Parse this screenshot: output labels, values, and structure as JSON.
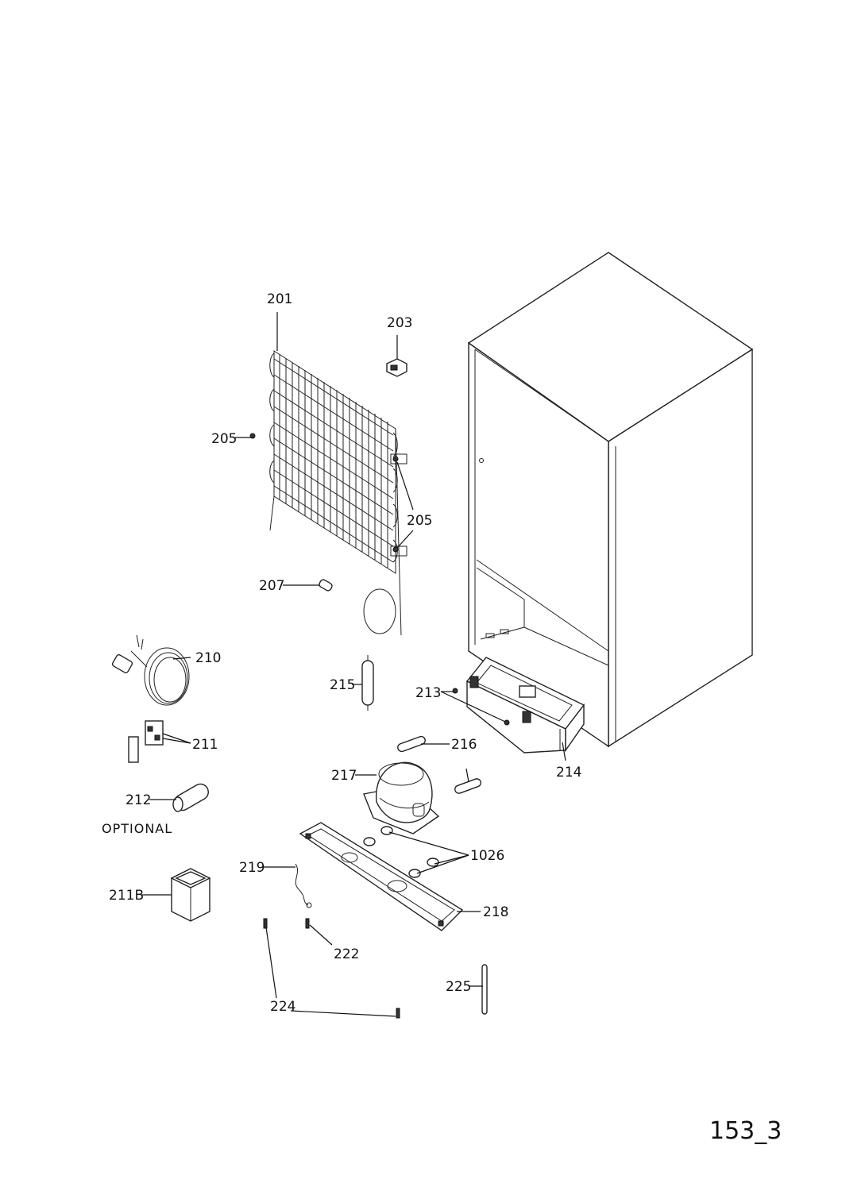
{
  "labels": {
    "l201": "201",
    "l203": "203",
    "l205a": "205",
    "l205b": "205",
    "l207": "207",
    "l210": "210",
    "l211": "211",
    "l212": "212",
    "l211b": "211B",
    "l213": "213",
    "l214": "214",
    "l215": "215",
    "l216": "216",
    "l217": "217",
    "l218": "218",
    "l219": "219",
    "l222": "222",
    "l224": "224",
    "l225": "225",
    "l1026": "1026"
  },
  "optional_text": "OPTIONAL",
  "page_number": "153_3"
}
